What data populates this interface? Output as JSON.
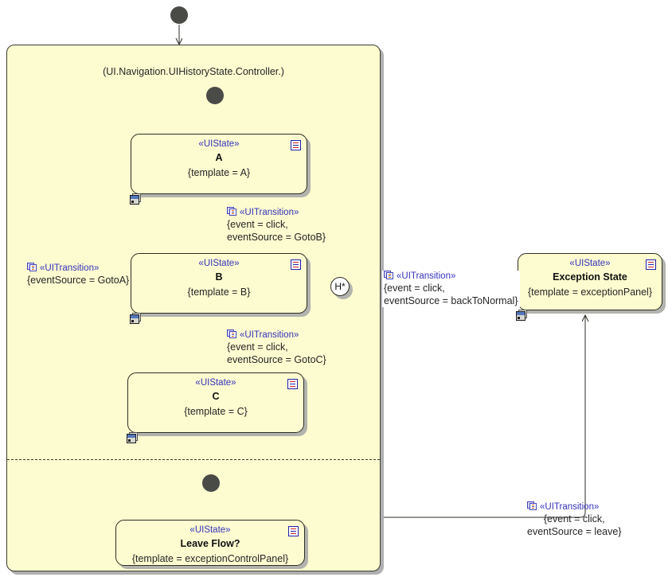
{
  "diagram": {
    "type": "uml-state-machine",
    "title": "(UI.Navigation.UIHistoryState.Controller.)",
    "colors": {
      "region_fill": "#fdfbd0",
      "state_fill": "#fdfbd0",
      "border": "#2d2d24",
      "stereotype_text": "#3333bb",
      "body_text": "#262626",
      "initial_node": "#4a4a46",
      "shadow": "#b3b3ad"
    }
  },
  "stereotypes": {
    "uistate": "«UIState»",
    "uitransition": "«UITransition»"
  },
  "pseudostates": {
    "outer_initial": {
      "name": "outer-initial-node"
    },
    "region_initial": {
      "name": "region-initial-node"
    },
    "bottom_initial": {
      "name": "bottom-region-initial-node"
    },
    "deep_history": {
      "label": "H*"
    }
  },
  "states": [
    {
      "id": "a",
      "stereotype": "«UIState»",
      "name": "A",
      "properties": "{template = A}"
    },
    {
      "id": "b",
      "stereotype": "«UIState»",
      "name": "B",
      "properties": "{template = B}"
    },
    {
      "id": "c",
      "stereotype": "«UIState»",
      "name": "C",
      "properties": "{template = C}"
    },
    {
      "id": "exception",
      "stereotype": "«UIState»",
      "name": "Exception State",
      "properties": "{template = exceptionPanel}"
    },
    {
      "id": "leaveflow",
      "stereotype": "«UIState»",
      "name": "Leave Flow?",
      "properties": "{template = exceptionControlPanel}"
    }
  ],
  "transitions": [
    {
      "id": "a-to-b",
      "stereotype": "«UITransition»",
      "line1": "{event = click,",
      "line2": "eventSource = GotoB}"
    },
    {
      "id": "b-to-c",
      "stereotype": "«UITransition»",
      "line1": "{event = click,",
      "line2": "eventSource = GotoC}"
    },
    {
      "id": "c-to-a",
      "stereotype": "«UITransition»",
      "line1": "{eventSource = GotoA}",
      "line2": ""
    },
    {
      "id": "exception-to-history",
      "stereotype": "«UITransition»",
      "line1": "{event = click,",
      "line2": "eventSource = backToNormal}"
    },
    {
      "id": "leaveflow-to-exception",
      "stereotype": "«UITransition»",
      "line1": "{event = click,",
      "line2": "eventSource = leave}"
    }
  ]
}
